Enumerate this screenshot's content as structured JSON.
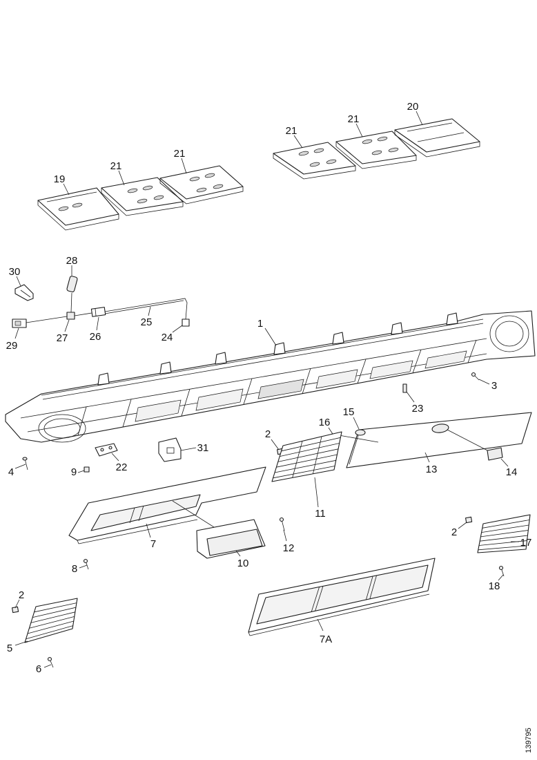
{
  "callouts": {
    "tray_19": "19",
    "tray_21_left_a": "21",
    "tray_21_left_b": "21",
    "tray_21_right_a": "21",
    "tray_21_right_b": "21",
    "tray_20": "20",
    "part_28": "28",
    "part_30": "30",
    "part_29": "29",
    "part_27": "27",
    "part_26": "26",
    "cable_25": "25",
    "part_24": "24",
    "frame_1": "1",
    "screw_3": "3",
    "clip_23": "23",
    "screw_4": "4",
    "bracket_31": "31",
    "bracket_22": "22",
    "clip_2_center": "2",
    "part_15": "15",
    "part_16": "16",
    "panel_13": "13",
    "part_14": "14",
    "clip_9": "9",
    "vent_11": "11",
    "screw_12": "12",
    "panel_7": "7",
    "bezel_10": "10",
    "screw_8": "8",
    "clip_2_right": "2",
    "vent_17": "17",
    "screw_18": "18",
    "clip_2_left": "2",
    "vent_5": "5",
    "screw_6": "6",
    "panel_7a": "7A"
  },
  "drawing_number": "139795"
}
